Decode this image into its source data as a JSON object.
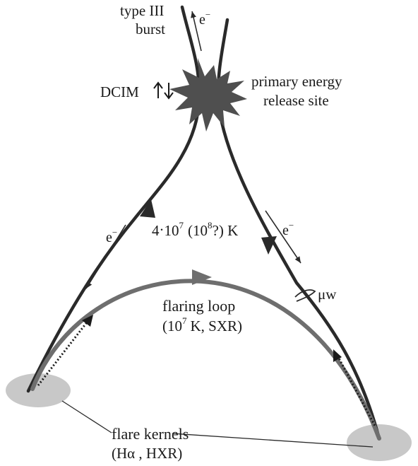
{
  "labels": {
    "type_iii_line1": "type III",
    "type_iii_line2": "burst",
    "electron": "e",
    "electron_sup": "−",
    "dcim": "DCIM",
    "primary_line1": "primary energy",
    "primary_line2": "release site",
    "temp_coef": "4",
    "temp_dot": "·",
    "temp_base1": "10",
    "temp_exp1": "7",
    "temp_paren_open": "(10",
    "temp_exp2": "8",
    "temp_paren_close": "?) K",
    "mu_w": "μw",
    "flaring_line1": "flaring loop",
    "flaring_paren_open": "(10",
    "flaring_exp": "7",
    "flaring_rest": "K, SXR)",
    "kernels_line1": "flare kernels",
    "kernels_line2": "(Hα , HXR)"
  },
  "colors": {
    "line": "#2a2a2a",
    "loop": "#6e6e6e",
    "kernel": "#c8c8c8",
    "star": "#4f4f4f"
  }
}
